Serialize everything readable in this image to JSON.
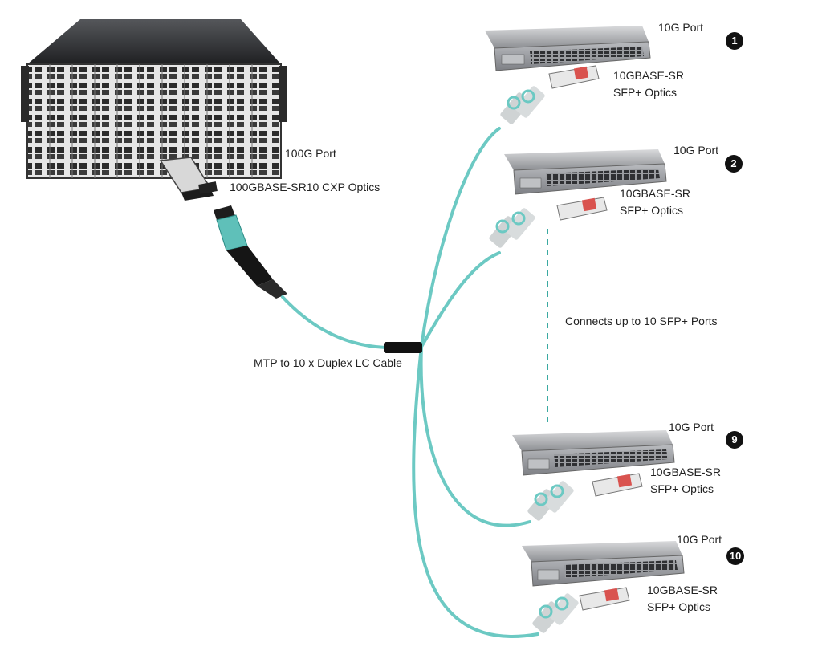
{
  "core": {
    "port_label": "100G Port",
    "optics_label": "100GBASE-SR10 CXP Optics"
  },
  "cable": {
    "label": "MTP to 10 x Duplex LC Cable",
    "color": "#6cc9c3"
  },
  "connects_note": "Connects up to 10 SFP+ Ports",
  "switches": [
    {
      "number": "1",
      "port_label": "10G Port",
      "optics_line1": "10GBASE-SR",
      "optics_line2": "SFP+ Optics"
    },
    {
      "number": "2",
      "port_label": "10G Port",
      "optics_line1": "10GBASE-SR",
      "optics_line2": "SFP+ Optics"
    },
    {
      "number": "9",
      "port_label": "10G Port",
      "optics_line1": "10GBASE-SR",
      "optics_line2": "SFP+ Optics"
    },
    {
      "number": "10",
      "port_label": "10G Port",
      "optics_line1": "10GBASE-SR",
      "optics_line2": "SFP+ Optics"
    }
  ]
}
